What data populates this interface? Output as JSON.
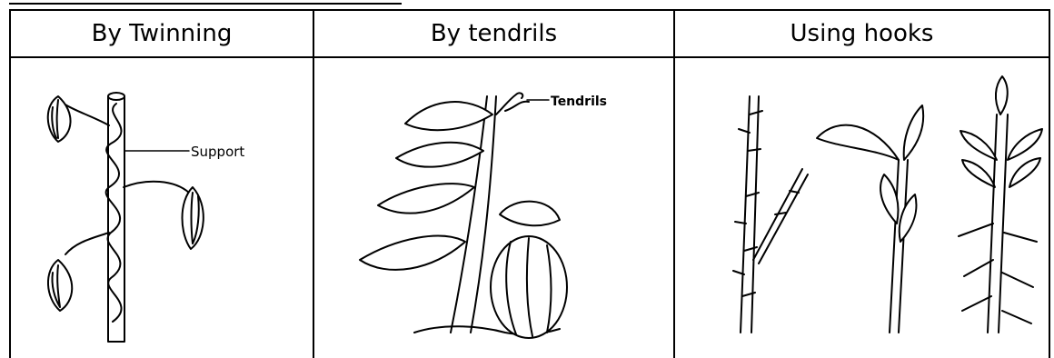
{
  "columns": [
    {
      "heading": "By Twinning",
      "label": "Support"
    },
    {
      "heading": "By tendrils",
      "label": "Tendrils"
    },
    {
      "heading": "Using hooks"
    }
  ]
}
